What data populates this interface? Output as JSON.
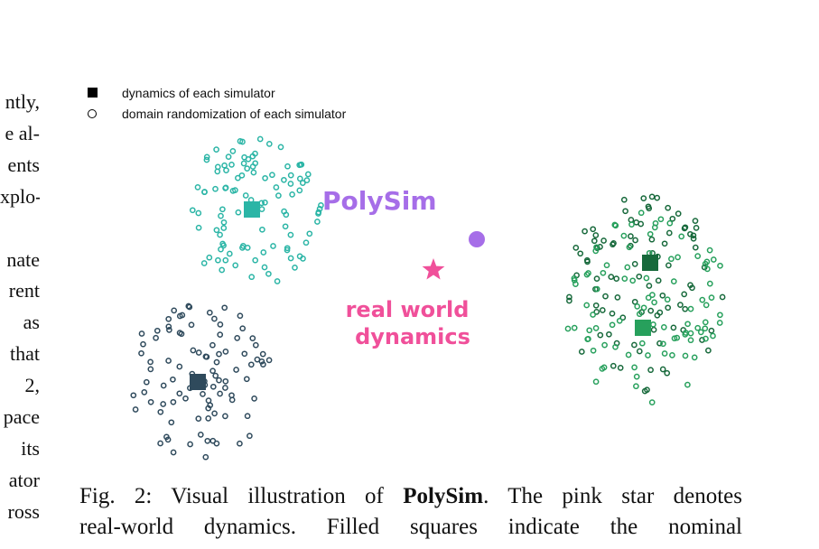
{
  "left_column": {
    "lines": [
      "ntly,",
      "e al-",
      "ents",
      "xplo-",
      "",
      "nate",
      "rent",
      "as",
      "that",
      "2,",
      "pace",
      "its",
      "ator",
      "ross"
    ]
  },
  "legend": {
    "filled_label": "dynamics of each simulator",
    "hollow_label": "domain randomization of each simulator"
  },
  "figure": {
    "polysim_label": "PolySim",
    "real_world_label_line1": "real world",
    "real_world_label_line2": "dynamics",
    "colors": {
      "teal": "#2bb5a6",
      "slate": "#2f4a5c",
      "dark_green": "#17693b",
      "green": "#27a05c",
      "purple": "#a66ee8",
      "pink": "#f0509a"
    }
  },
  "caption": {
    "line1_prefix": "Fig. 2: Visual illustration of ",
    "line1_bold": "PolySim",
    "line1_suffix": ". The pink star denotes",
    "line2": "real-world dynamics. Filled squares indicate the nominal"
  }
}
